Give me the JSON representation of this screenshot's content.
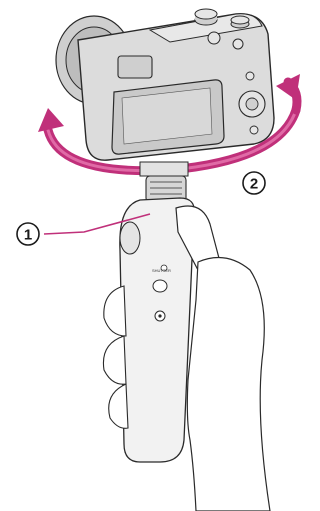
{
  "callouts": [
    {
      "number": "1"
    },
    {
      "number": "2"
    }
  ],
  "grip": {
    "button_label": "SHUTTER"
  },
  "colors": {
    "leader_line": "#c0307a",
    "rotation_arrow": "#c0307a",
    "outline": "#2a2a2a",
    "camera_fill": "#dcdcdc",
    "screen_fill": "#c9c9c9",
    "hand_fill": "#ffffff",
    "grip_fill": "#f2f2f2"
  },
  "icons": {
    "camera": "camera-icon",
    "rotation": "rotation-arrow-icon",
    "grip": "shooting-grip-icon",
    "hand": "hand-icon",
    "knob": "tripod-knob-icon"
  }
}
